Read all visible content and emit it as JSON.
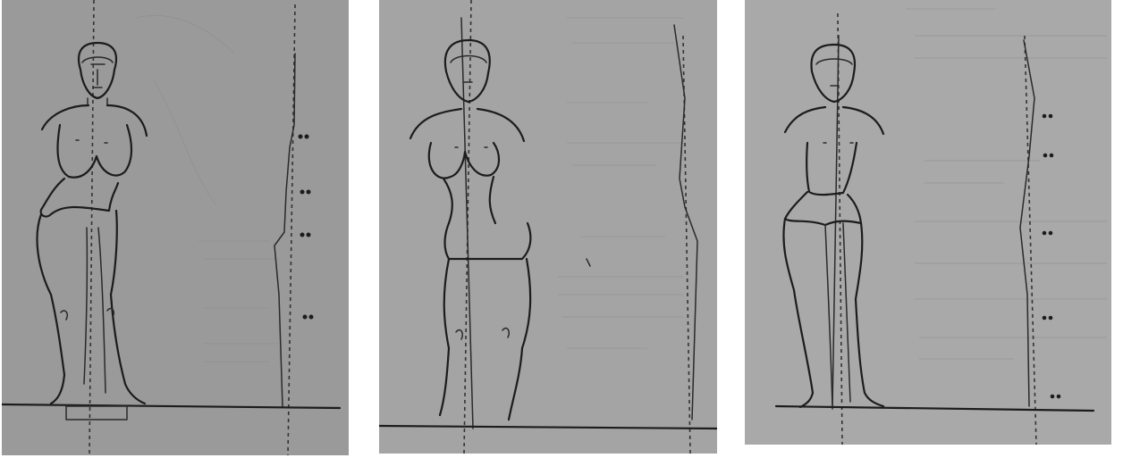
{
  "figure": {
    "panels": [
      {
        "id": "figure-panel-1",
        "background": "#9a9a9a"
      },
      {
        "id": "figure-panel-2",
        "background": "#a4a4a4"
      },
      {
        "id": "figure-panel-3",
        "background": "#a9a9a9"
      }
    ],
    "ink_color": "#1c1c1c"
  }
}
